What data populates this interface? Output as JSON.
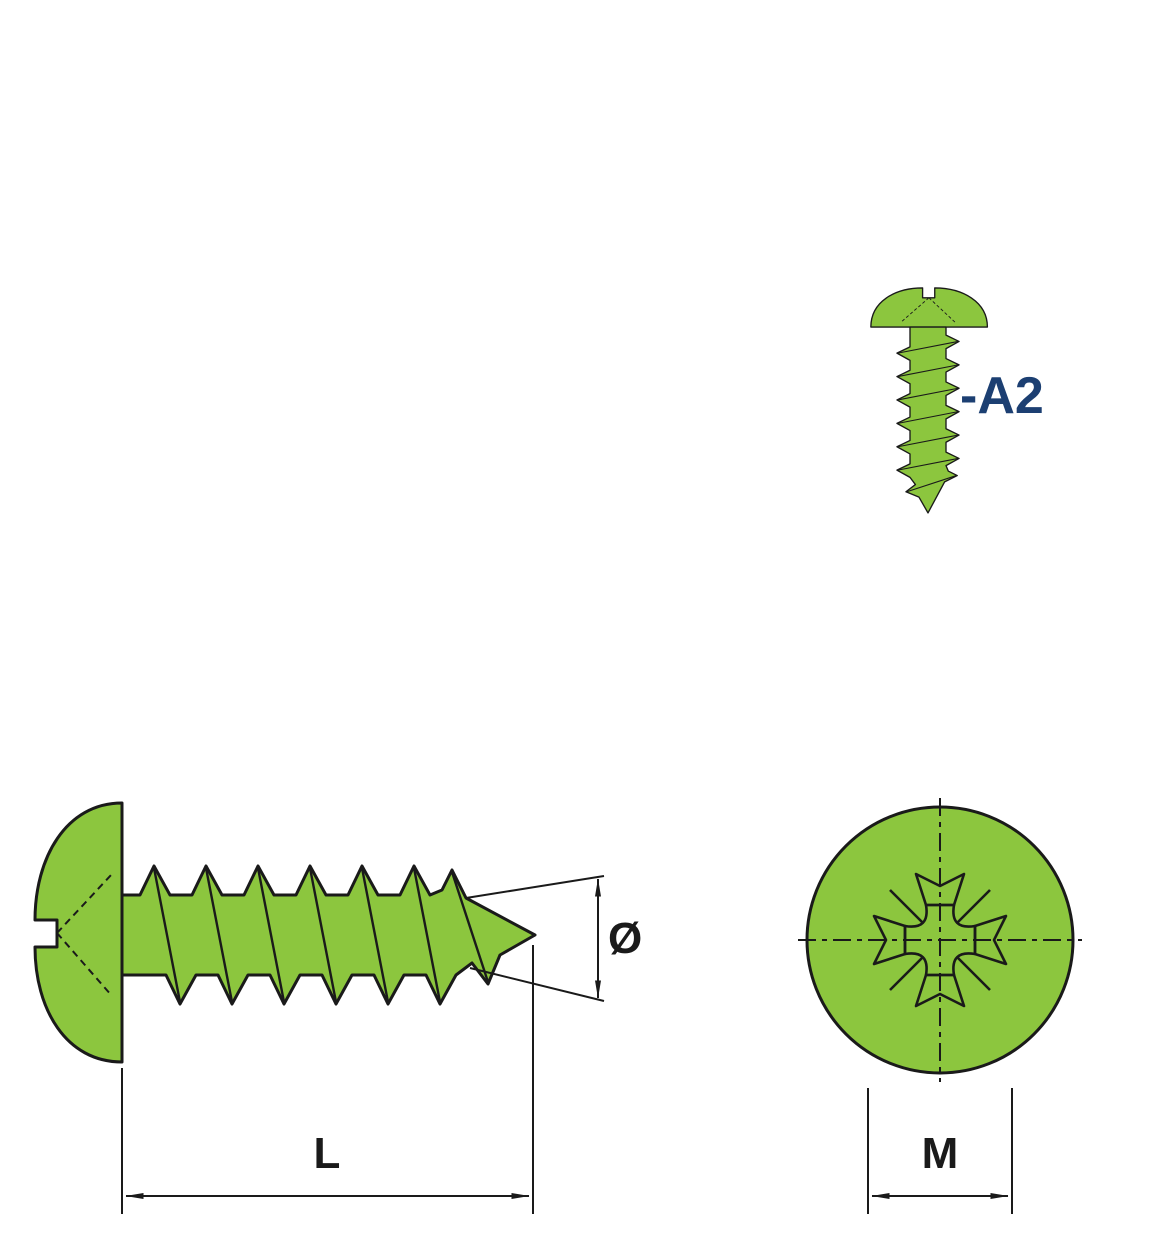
{
  "colors": {
    "background": "#ffffff",
    "screw_green": "#8CC63E",
    "outline_black": "#1a1a1a",
    "material_blue": "#1C3F72"
  },
  "labels": {
    "material_grade": "-A2",
    "shank_diameter": "Ø",
    "length": "L",
    "head_width": "M"
  },
  "figures": {
    "small_screw_icon": "pan-head-tapping-screw-vertical",
    "side_view": "pan-head-tapping-screw-side-view",
    "top_view": "pan-head-pozidriv-top-view"
  }
}
